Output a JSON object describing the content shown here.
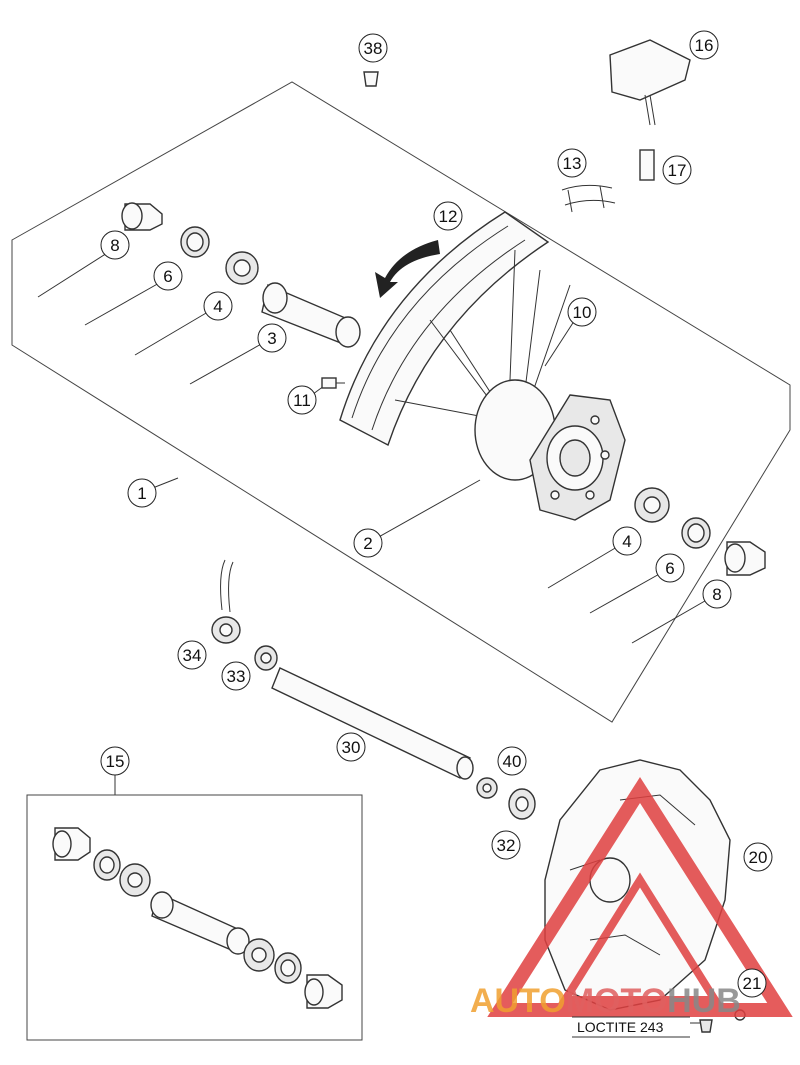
{
  "callouts": {
    "c1": "1",
    "c2": "2",
    "c3": "3",
    "c4a": "4",
    "c4b": "4",
    "c6a": "6",
    "c6b": "6",
    "c8a": "8",
    "c8b": "8",
    "c10": "10",
    "c11": "11",
    "c12": "12",
    "c13": "13",
    "c15": "15",
    "c16": "16",
    "c17": "17",
    "c20": "20",
    "c21": "21",
    "c30": "30",
    "c32": "32",
    "c33": "33",
    "c34": "34",
    "c38": "38",
    "c40": "40"
  },
  "note": {
    "loctite": "LOCTITE 243"
  },
  "watermark": {
    "part1": "AUTO",
    "part2": "MOTO",
    "part3": "HUB",
    "color_primary": "#f0a030",
    "color_secondary": "#e06060",
    "color_tertiary": "#888888",
    "logo_color": "#e04040"
  }
}
